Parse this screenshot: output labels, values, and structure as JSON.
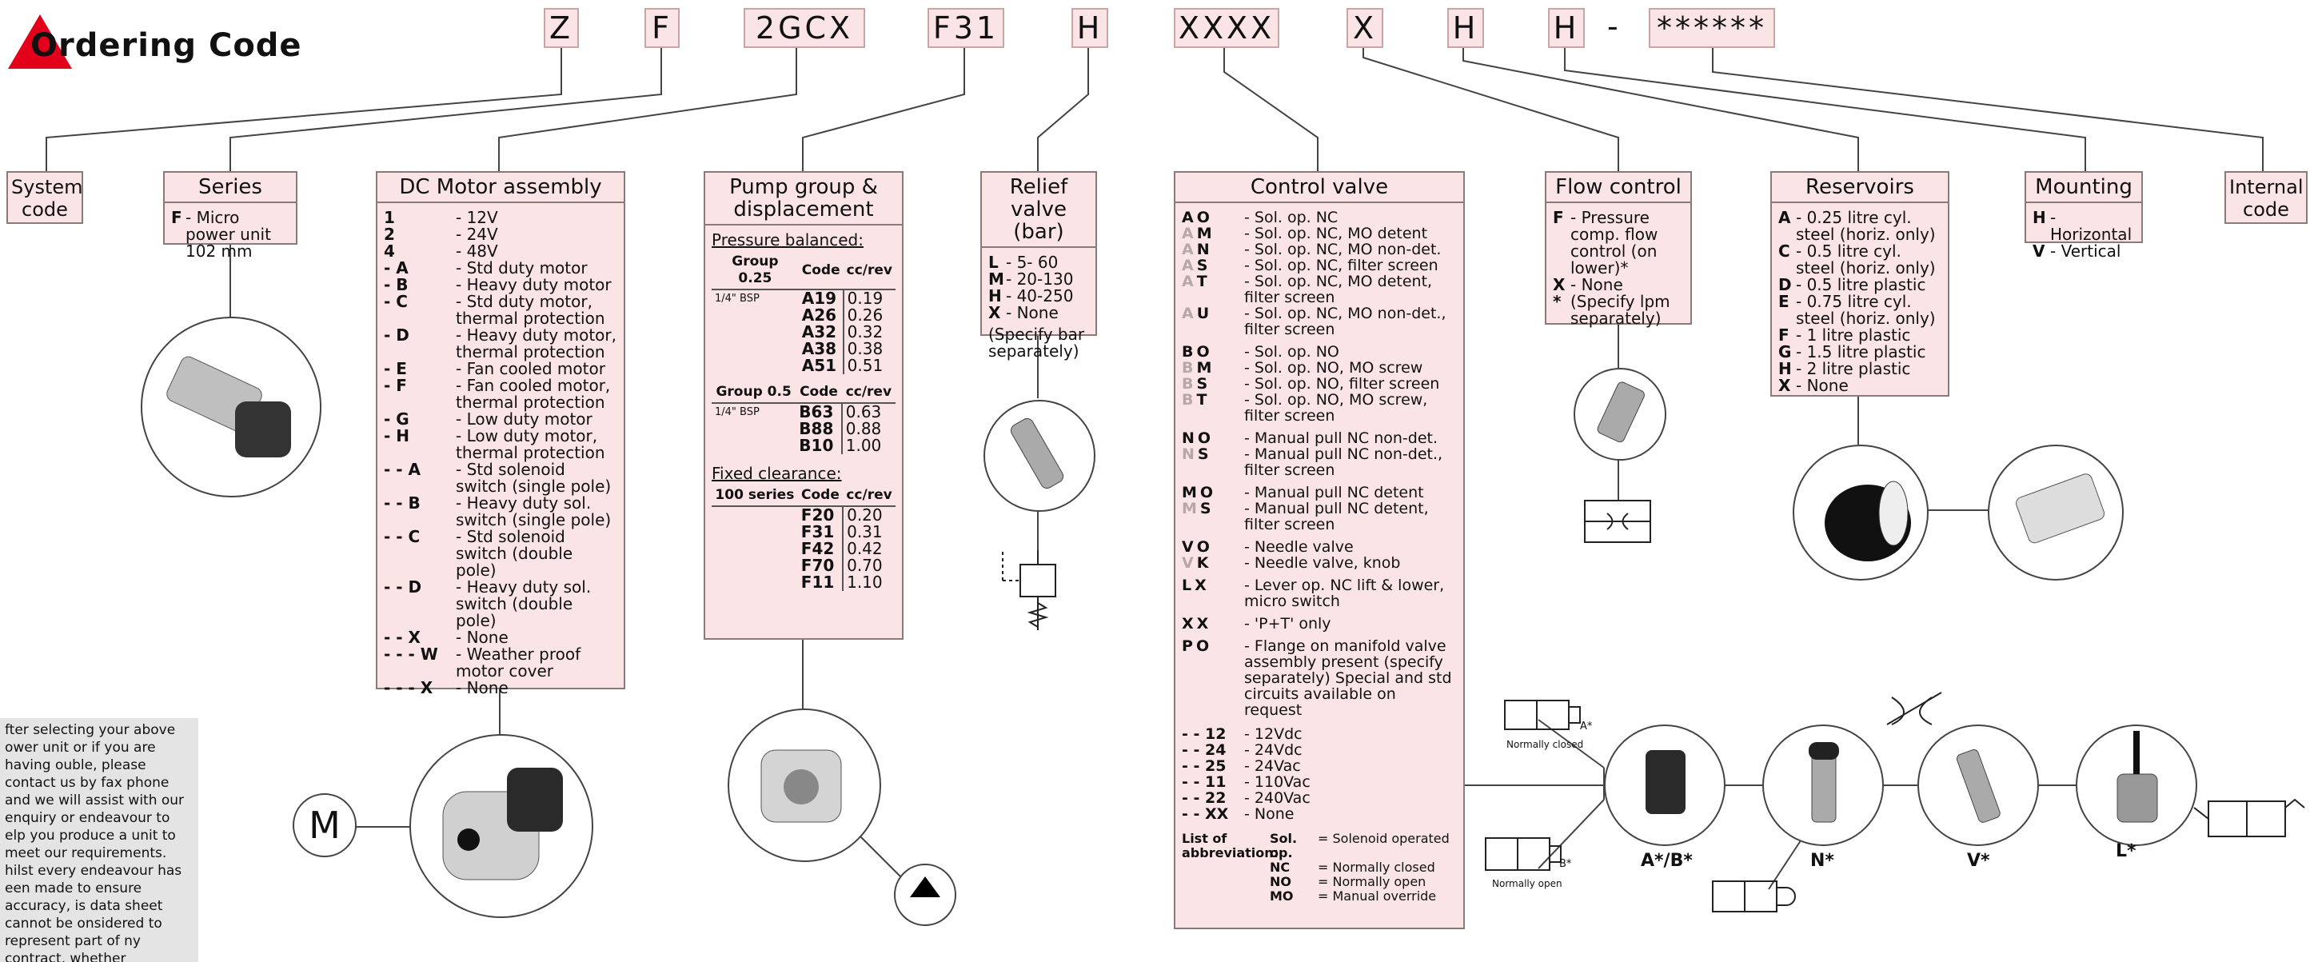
{
  "title": "Ordering Code",
  "codes": [
    "Z",
    "F",
    "2GCX",
    "F31",
    "H",
    "XXXX",
    "X",
    "H",
    "H",
    "-",
    "******"
  ],
  "system": {
    "title": "System code"
  },
  "series": {
    "title": "Series",
    "items": [
      {
        "k": "F",
        "v": "- Micro power unit 102 mm"
      }
    ]
  },
  "motor": {
    "title": "DC Motor assembly",
    "items": [
      {
        "k": "1",
        "v": "- 12V"
      },
      {
        "k": "2",
        "v": "- 24V"
      },
      {
        "k": "4",
        "v": "- 48V"
      },
      {
        "k": "- A",
        "v": "- Std duty motor"
      },
      {
        "k": "- B",
        "v": "- Heavy duty motor"
      },
      {
        "k": "- C",
        "v": "- Std duty motor, thermal protection"
      },
      {
        "k": "- D",
        "v": "- Heavy duty motor, thermal protection"
      },
      {
        "k": "- E",
        "v": "- Fan cooled motor"
      },
      {
        "k": "- F",
        "v": "- Fan cooled motor, thermal protection"
      },
      {
        "k": "- G",
        "v": "- Low duty motor"
      },
      {
        "k": "- H",
        "v": "- Low duty motor, thermal protection"
      },
      {
        "k": "- - A",
        "v": "- Std solenoid switch (single pole)"
      },
      {
        "k": "- - B",
        "v": "- Heavy duty sol. switch (single pole)"
      },
      {
        "k": "- - C",
        "v": "- Std solenoid switch (double pole)"
      },
      {
        "k": "- - D",
        "v": "- Heavy duty sol. switch (double pole)"
      },
      {
        "k": "- - X",
        "v": "- None"
      },
      {
        "k": "- - - W",
        "v": "- Weather proof motor cover"
      },
      {
        "k": "- - - X",
        "v": "- None"
      }
    ]
  },
  "pump": {
    "title": "Pump group & displacement",
    "pb": "Pressure balanced:",
    "fc": "Fixed clearance:",
    "hdr_code": "Code",
    "hdr_cc": "cc/rev",
    "g1": {
      "name": "Group 0.25",
      "port": "1/4\" BSP",
      "rows": [
        [
          "A19",
          "0.19"
        ],
        [
          "A26",
          "0.26"
        ],
        [
          "A32",
          "0.32"
        ],
        [
          "A38",
          "0.38"
        ],
        [
          "A51",
          "0.51"
        ]
      ]
    },
    "g2": {
      "name": "Group 0.5",
      "port": "1/4\" BSP",
      "rows": [
        [
          "B63",
          "0.63"
        ],
        [
          "B88",
          "0.88"
        ],
        [
          "B10",
          "1.00"
        ]
      ]
    },
    "g3": {
      "name": "100 series",
      "rows": [
        [
          "F20",
          "0.20"
        ],
        [
          "F31",
          "0.31"
        ],
        [
          "F42",
          "0.42"
        ],
        [
          "F70",
          "0.70"
        ],
        [
          "F11",
          "1.10"
        ]
      ]
    }
  },
  "relief": {
    "title": "Relief valve (bar)",
    "items": [
      {
        "k": "L",
        "v": "- 5- 60"
      },
      {
        "k": "M",
        "v": "- 20-130"
      },
      {
        "k": "H",
        "v": "- 40-250"
      },
      {
        "k": "X",
        "v": "- None"
      }
    ],
    "note": "(Specify bar separately)"
  },
  "control": {
    "title": "Control valve",
    "items": [
      {
        "a": "A",
        "b": "O",
        "v": "- Sol. op. NC"
      },
      {
        "a": "A",
        "b": "M",
        "v": "- Sol. op. NC, MO detent"
      },
      {
        "a": "A",
        "b": "N",
        "v": "- Sol. op. NC, MO non-det."
      },
      {
        "a": "A",
        "b": "S",
        "v": "- Sol. op. NC, filter screen"
      },
      {
        "a": "A",
        "b": "T",
        "v": "- Sol. op. NC, MO detent, filter screen"
      },
      {
        "a": "A",
        "b": "U",
        "v": "- Sol. op. NC, MO non-det., filter screen"
      },
      {
        "a": "B",
        "b": "O",
        "v": "- Sol. op. NO"
      },
      {
        "a": "B",
        "b": "M",
        "v": "- Sol. op. NO, MO screw"
      },
      {
        "a": "B",
        "b": "S",
        "v": "- Sol. op. NO, filter screen"
      },
      {
        "a": "B",
        "b": "T",
        "v": "- Sol. op. NO, MO screw, filter screen"
      },
      {
        "a": "N",
        "b": "O",
        "v": "- Manual pull NC non-det."
      },
      {
        "a": "N",
        "b": "S",
        "v": "- Manual pull NC non-det., filter screen"
      },
      {
        "a": "M",
        "b": "O",
        "v": "- Manual pull NC detent"
      },
      {
        "a": "M",
        "b": "S",
        "v": "- Manual pull NC detent, filter screen"
      },
      {
        "a": "V",
        "b": "O",
        "v": "- Needle valve"
      },
      {
        "a": "V",
        "b": "K",
        "v": "- Needle valve, knob"
      },
      {
        "a": "L",
        "b": "X",
        "v": "- Lever op. NC lift & lower, micro switch"
      },
      {
        "a": "X",
        "b": "X",
        "v": "- 'P+T' only"
      },
      {
        "a": "P",
        "b": "O",
        "v": "- Flange on manifold valve assembly present (specify separately) Special and std circuits available on request"
      }
    ],
    "volts": [
      {
        "k": "- - 12",
        "v": "- 12Vdc"
      },
      {
        "k": "- - 24",
        "v": "- 24Vdc"
      },
      {
        "k": "- - 25",
        "v": "- 24Vac"
      },
      {
        "k": "- - 11",
        "v": "- 110Vac"
      },
      {
        "k": "- - 22",
        "v": "- 240Vac"
      },
      {
        "k": "- - XX",
        "v": "- None"
      }
    ],
    "abbr_title": "List of abbreviation:",
    "abbr": [
      {
        "k": "Sol. op.",
        "v": "= Solenoid operated"
      },
      {
        "k": "NC",
        "v": "= Normally closed"
      },
      {
        "k": "NO",
        "v": "= Normally open"
      },
      {
        "k": "MO",
        "v": "= Manual override"
      }
    ]
  },
  "flow": {
    "title": "Flow control",
    "items": [
      {
        "k": "F",
        "v": "- Pressure comp. flow control (on lower)*"
      },
      {
        "k": "X",
        "v": "- None"
      },
      {
        "k": "*",
        "v": "(Specify lpm separately)"
      }
    ]
  },
  "reservoir": {
    "title": "Reservoirs",
    "items": [
      {
        "k": "A",
        "v": "- 0.25 litre cyl. steel (horiz. only)"
      },
      {
        "k": "C",
        "v": "- 0.5 litre cyl. steel (horiz. only)"
      },
      {
        "k": "D",
        "v": "- 0.5 litre plastic"
      },
      {
        "k": "E",
        "v": "- 0.75 litre cyl. steel (horiz. only)"
      },
      {
        "k": "F",
        "v": "- 1 litre plastic"
      },
      {
        "k": "G",
        "v": "- 1.5 litre plastic"
      },
      {
        "k": "H",
        "v": "- 2 litre plastic"
      },
      {
        "k": "X",
        "v": "- None"
      }
    ]
  },
  "mounting": {
    "title": "Mounting",
    "items": [
      {
        "k": "H",
        "v": "- Horizontal"
      },
      {
        "k": "V",
        "v": "- Vertical"
      }
    ]
  },
  "internal": {
    "title": "Internal code"
  },
  "note": "fter selecting your above ower unit or if you are having ouble, please contact us by fax phone and we will assist with our enquiry or endeavour to elp you produce a unit to meet our requirements. hilst every endeavour has een made to ensure accuracy, is data sheet cannot be onsidered to represent part of ny contract, whether expressed r implied. We reserve the right amend specifications at our scretion.",
  "labels": {
    "ab": "A*/B*",
    "n": "N*",
    "v": "V*",
    "l": "L*",
    "nc": "Normally closed",
    "no": "Normally open",
    "astar": "A*",
    "bstar": "B*",
    "m": "M"
  },
  "colors": {
    "box_bg": "#fbe4e5",
    "box_border": "#8b7a7a",
    "logo": "#e2001a",
    "grey_letter": "#b7a7a7"
  }
}
